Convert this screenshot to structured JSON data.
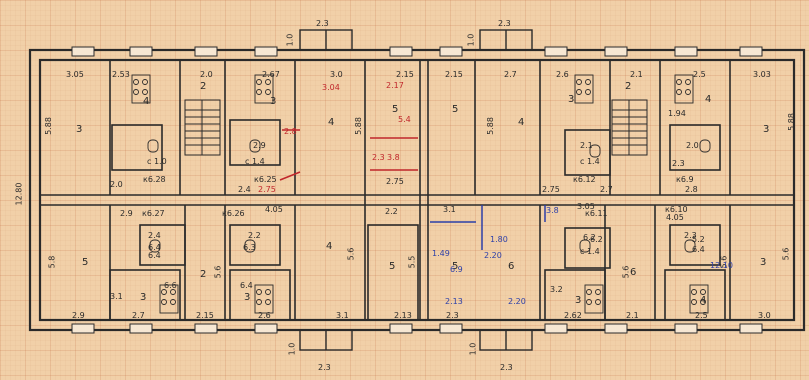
{
  "plan": {
    "colors": {
      "paper": "#f1d0a8",
      "ink": "#2a2a2a",
      "red_pen": "#c0262b",
      "blue_pen": "#2c3fa8"
    },
    "building_depth": "12.80",
    "bay_widths_top": [
      "2.3",
      "2.3"
    ],
    "bay_widths_bottom": [
      "2.3",
      "2.3"
    ],
    "bay_depths": [
      "1.0",
      "1.0",
      "1.0",
      "1.0"
    ],
    "top_row_widths": [
      "3.05",
      "2.53",
      "2.0",
      "2.67",
      "3.0",
      "2.15",
      "2.15",
      "2.7",
      "2.6",
      "2.1",
      "2.5",
      "3.03"
    ],
    "bottom_row_widths": [
      "2.9",
      "2.7",
      "2.15",
      "2.6",
      "3.1",
      "2.13",
      "2.3",
      "2.20",
      "2.62",
      "2.1",
      "2.5",
      "3.0"
    ],
    "room_numbers": [
      "3",
      "4",
      "2",
      "3",
      "4",
      "5",
      "5",
      "4",
      "3",
      "2",
      "4",
      "3",
      "5",
      "3",
      "2",
      "3",
      "4",
      "5",
      "5",
      "6",
      "3",
      "6",
      "4",
      "3"
    ],
    "room_depths": [
      "5.88",
      "5.88",
      "5.88",
      "5.88",
      "5.8",
      "5.6",
      "5.6",
      "5.5",
      "5.6",
      "5.6",
      "5.6"
    ],
    "kitchen_labels": [
      "к6.28",
      "к6.25",
      "к6.27",
      "к6.26",
      "к6.11",
      "к6.12",
      "к6.10",
      "к6.9"
    ],
    "wc_labels": [
      "с 1.0",
      "2.9",
      "с 1.4",
      "2.1",
      "2.0",
      "с 1.4",
      "2.4",
      "2.2",
      "с 1.4",
      "2.3"
    ],
    "bath_labels": [
      "6.4",
      "6.3",
      "6.6",
      "6.4",
      "6.2",
      "6.4",
      "5.2"
    ],
    "corridor_labels": [
      "2.0",
      "2.4",
      "2.75",
      "4.05",
      "2.8",
      "3.1",
      "2.2",
      "2.75",
      "4.05",
      "3.05"
    ],
    "red_notes": [
      "3.04",
      "2.17",
      "2.75",
      "5.4",
      "2.3",
      "3.8",
      "2.8"
    ],
    "blue_notes": [
      "1.80",
      "1.49",
      "6.9",
      "2.13",
      "2.20",
      "3.8",
      "12.10"
    ],
    "misc_labels": [
      "6.4",
      "6.2",
      "3.2",
      "3.1",
      "2.3",
      "2.7",
      "2.9",
      "1.94"
    ]
  }
}
